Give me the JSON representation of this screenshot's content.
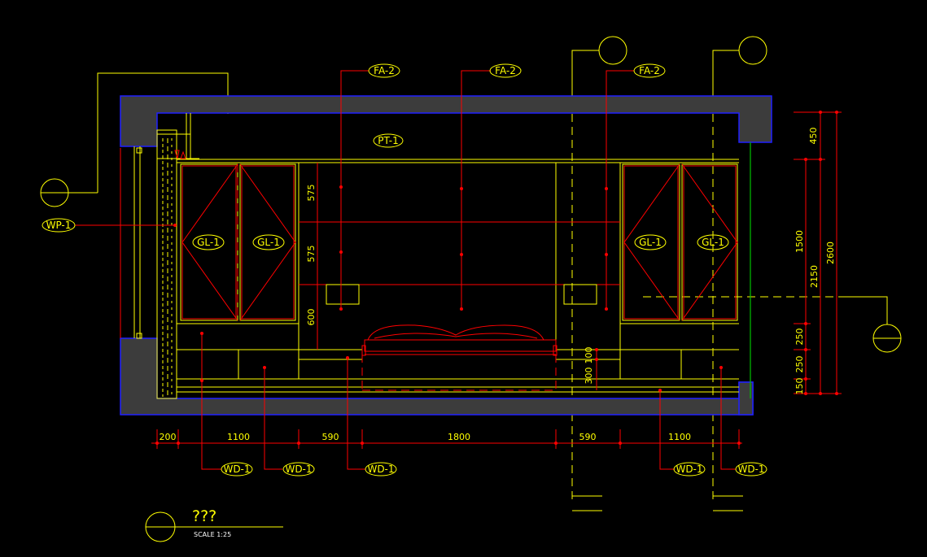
{
  "drawing": {
    "title": "???",
    "scale": "SCALE 1:25",
    "colors": {
      "background": "#000000",
      "wall": "#3c3c3c",
      "line_yellow": "#ffff00",
      "line_red": "#ff0000",
      "line_green": "#00c000",
      "outline_blue": "#2020ff"
    }
  },
  "tags": {
    "fa_left": "FA-2",
    "fa_center": "FA-2",
    "fa_right": "FA-2",
    "pt": "PT-1",
    "wp": "WP-1",
    "gl1": "GL-1",
    "gl2": "GL-1",
    "gl3": "GL-1",
    "gl4": "GL-1",
    "wd1": "WD-1",
    "wd2": "WD-1",
    "wd3": "WD-1",
    "wd4": "WD-1",
    "wd5": "WD-1"
  },
  "dimensions": {
    "bottom": [
      "200",
      "1100",
      "590",
      "1800",
      "590",
      "1100"
    ],
    "left_vertical": [
      "575",
      "575",
      "600"
    ],
    "bed_vertical": [
      "100",
      "300"
    ],
    "right_inner": [
      "450",
      "1500",
      "250",
      "250",
      "150"
    ],
    "right_mid": "2150",
    "right_outer": "2600"
  }
}
